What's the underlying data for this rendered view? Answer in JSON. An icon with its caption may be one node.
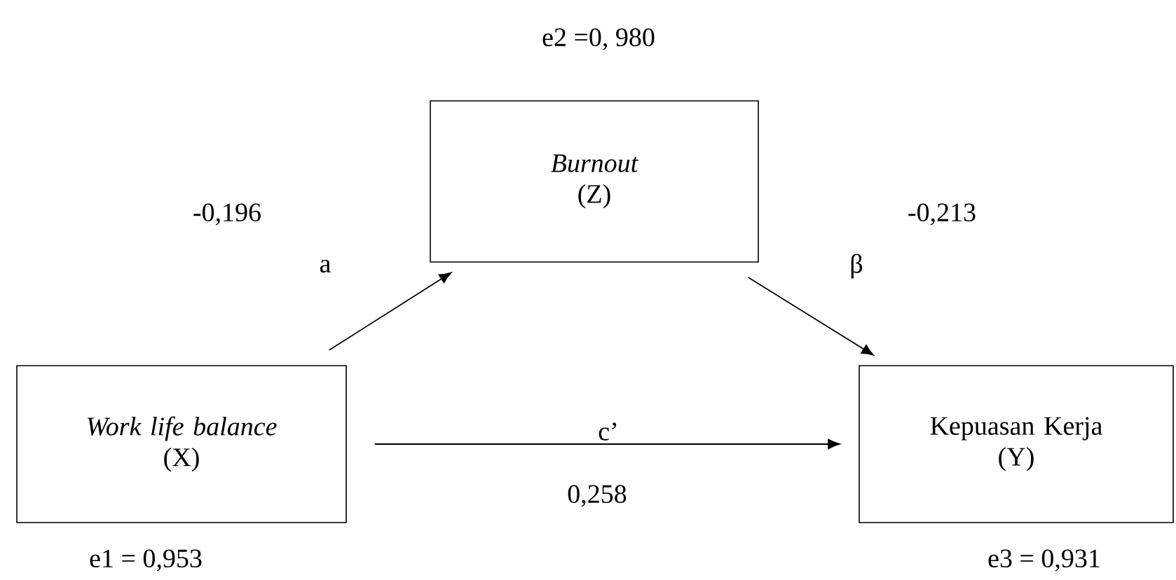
{
  "diagram": {
    "nodes": [
      {
        "text": [
          "Work life balance",
          "(X)"
        ],
        "beside": [
          "e1 = 0,953"
        ]
      },
      {
        "text": [
          "Burnout",
          "(Z)"
        ],
        "beside": [
          "e2 =0, 980"
        ]
      },
      {
        "text": [
          "Kepuasan Kerja",
          "(Y)"
        ],
        "beside": [
          "e3 = 0,931"
        ]
      }
    ],
    "edges": [
      {
        "from": 0,
        "to": 1,
        "arrow": "to",
        "label": "a"
      },
      {
        "from": 1,
        "to": 2,
        "arrow": "to",
        "label": "β"
      },
      {
        "from": 0,
        "to": 2,
        "arrow": "to",
        "label": "c’"
      }
    ],
    "labels": [
      "-0,196",
      "-0,213",
      "0,258"
    ]
  }
}
